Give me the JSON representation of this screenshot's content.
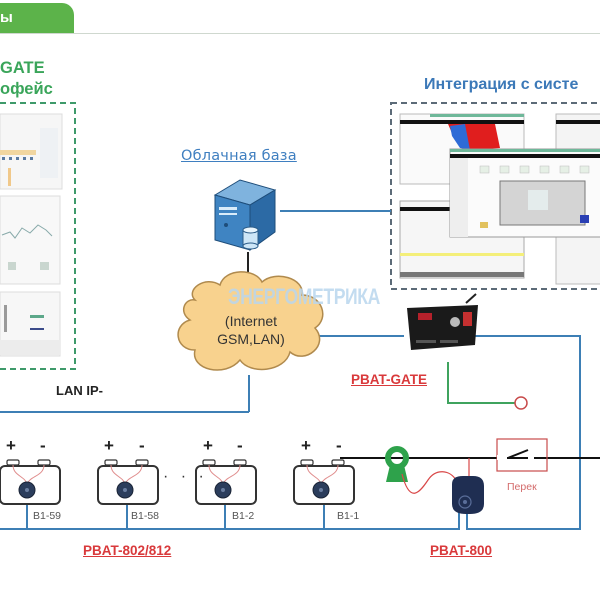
{
  "header": {
    "tab_label": "ы",
    "accent_color": "#5cb34a"
  },
  "left_panel": {
    "title_line1": "GATE",
    "title_line2": "офейс",
    "title_color": "#3aa55a"
  },
  "right_panel": {
    "title": "Интеграция с систе",
    "title_color": "#3c79b8"
  },
  "cloud_db": {
    "label": "Облачная база",
    "icon": "server-database-icon"
  },
  "network_cloud": {
    "line1": "(Internet",
    "line2": "GSM,LAN)",
    "fill_color": "#f8d28e"
  },
  "watermark": "ЭНЕРГОМЕТРИКА",
  "lan_label": "LAN IP-",
  "devices": {
    "gateway_label": "PBAT-GATE",
    "sensor_bus_label": "PBAT-802/812",
    "controller_label": "PBAT-800",
    "label_color": "#d9393b"
  },
  "batteries": [
    {
      "id": "B1-59",
      "plus": "+",
      "minus": "-"
    },
    {
      "id": "B1-58",
      "plus": "+",
      "minus": "-"
    },
    {
      "id": "B1-2",
      "plus": "+",
      "minus": "-"
    },
    {
      "id": "B1-1",
      "plus": "+",
      "minus": "-"
    }
  ],
  "ellipsis": "· · ·",
  "switch_label": "Перек",
  "bus_color": "#3d7fb5"
}
